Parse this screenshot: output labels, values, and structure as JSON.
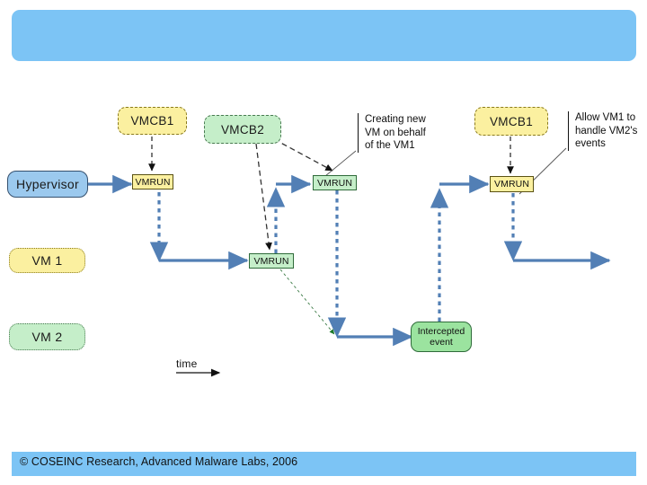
{
  "slide": {
    "title_banner_text": "",
    "banner_color": "#7cc4f5",
    "background_color": "#ffffff"
  },
  "footer": {
    "text": "© COSEINC Research, Advanced Malware Labs, 2006",
    "bar_color": "#7cc4f5"
  },
  "diagram": {
    "type": "sequence-timeline",
    "lanes": [
      {
        "id": "hypervisor",
        "label": "Hypervisor",
        "fill": "#9bc9ee",
        "border": "#35506e"
      },
      {
        "id": "vm1",
        "label": "VM 1",
        "fill": "#fbf0a0",
        "border": "#8a7a1e"
      },
      {
        "id": "vm2",
        "label": "VM 2",
        "fill": "#c5eec9",
        "border": "#4a7a52"
      }
    ],
    "control_blocks": [
      {
        "id": "vmcb1-left",
        "label": "VMCB1",
        "fill": "#fbf0a0",
        "border": "#8a7a1e"
      },
      {
        "id": "vmcb2",
        "label": "VMCB2",
        "fill": "#c5eec9",
        "border": "#4a7a52"
      },
      {
        "id": "vmcb1-right",
        "label": "VMCB1",
        "fill": "#fbf0a0",
        "border": "#8a7a1e"
      }
    ],
    "vmrun_nodes": [
      {
        "id": "vmrun-1",
        "label": "VMRUN",
        "lane": "hypervisor",
        "fill": "#fbf0a0"
      },
      {
        "id": "vmrun-2",
        "label": "VMRUN",
        "lane": "vm1",
        "fill": "#c5eec9"
      },
      {
        "id": "vmrun-3",
        "label": "VMRUN",
        "lane": "hypervisor",
        "fill": "#c5eec9"
      },
      {
        "id": "vmrun-4",
        "label": "VMRUN",
        "lane": "hypervisor",
        "fill": "#fbf0a0"
      }
    ],
    "event_nodes": [
      {
        "id": "intercepted-event",
        "line1": "Intercepted",
        "line2": "event",
        "fill": "#9be39f",
        "border": "#2f6b3a"
      }
    ],
    "annotations": [
      {
        "id": "annotation-creating-vm",
        "text": "Creating new\nVM on behalf\nof the VM1"
      },
      {
        "id": "annotation-allow-vm1",
        "text": "Allow VM1 to\nhandle VM2's\nevents"
      }
    ],
    "axis": {
      "label": "time",
      "direction": "left-to-right"
    },
    "flow_arrow_color": "#527fb5",
    "dashed_link_color": "#444444"
  }
}
